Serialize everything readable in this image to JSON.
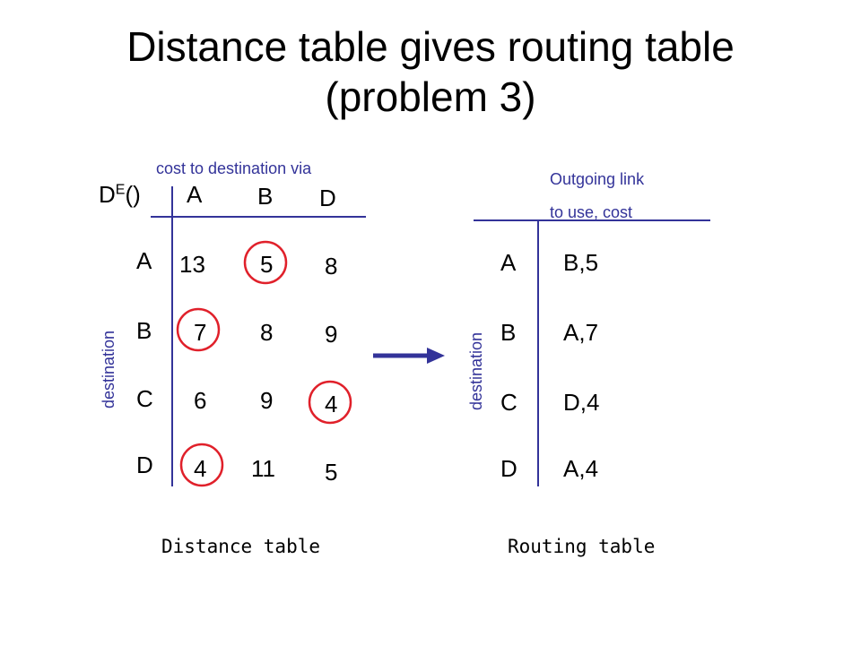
{
  "title": {
    "line1": "Distance table gives routing table",
    "line2": "(problem 3)"
  },
  "distance_table": {
    "header_label": "cost to destination via",
    "corner": {
      "main": "D",
      "superscript": "E",
      "parens": "()"
    },
    "via": [
      "A",
      "B",
      "D"
    ],
    "destinations": [
      "A",
      "B",
      "C",
      "D"
    ],
    "row_axis_label": "destination",
    "rows": [
      {
        "dest": "A",
        "A": "13",
        "B": "5",
        "D": "8"
      },
      {
        "dest": "B",
        "A": "7",
        "B": "8",
        "D": "9"
      },
      {
        "dest": "C",
        "A": "6",
        "B": "9",
        "D": "4"
      },
      {
        "dest": "D",
        "A": "4",
        "B": "11",
        "D": "5"
      }
    ],
    "caption": "Distance table"
  },
  "routing_table": {
    "header_line1": "Outgoing link",
    "header_line2": "to use, cost",
    "row_axis_label": "destination",
    "rows": [
      {
        "dest": "A",
        "entry": "B,5"
      },
      {
        "dest": "B",
        "entry": "A,7"
      },
      {
        "dest": "C",
        "entry": "D,4"
      },
      {
        "dest": "D",
        "entry": "A,4"
      }
    ],
    "caption": "Routing table"
  },
  "colors": {
    "accent": "#333399",
    "circle": "#e0202a",
    "text": "#000000"
  }
}
